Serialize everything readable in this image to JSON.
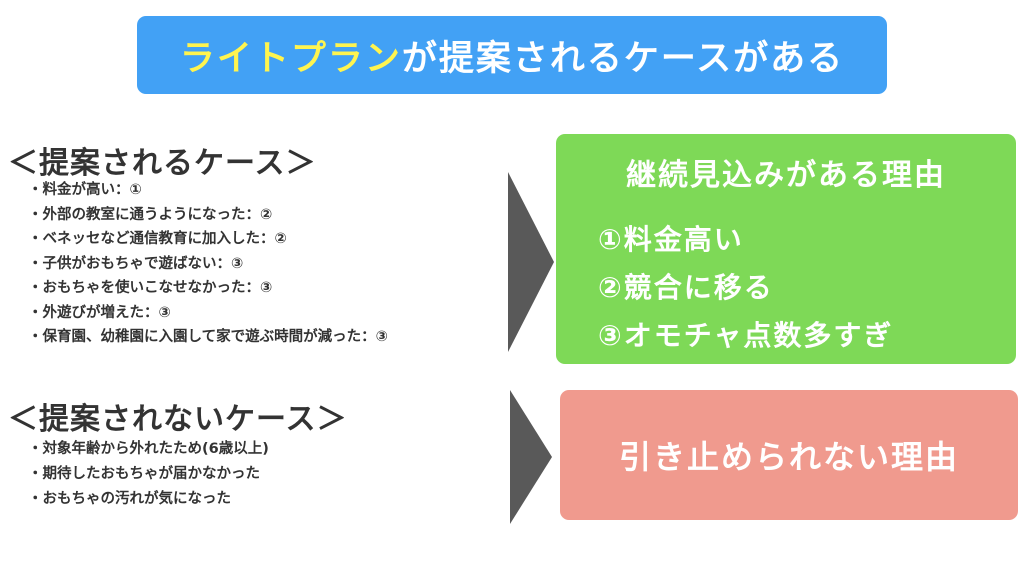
{
  "title": {
    "highlight": "ライトプラン",
    "rest": "が提案されるケースがある"
  },
  "proposed": {
    "heading": "＜提案されるケース＞",
    "items": [
      "・料金が高い：①",
      "・外部の教室に通うようになった：②",
      "・ベネッセなど通信教育に加入した：②",
      "・子供がおもちゃで遊ばない：③",
      "・おもちゃを使いこなせなかった：③",
      "・外遊びが増えた：③",
      "・保育園、幼稚園に入園して家で遊ぶ時間が減った：③"
    ]
  },
  "not_proposed": {
    "heading": "＜提案されないケース＞",
    "items": [
      "・対象年齢から外れたため(6歳以上)",
      "・期待したおもちゃが届かなかった",
      "・おもちゃの汚れが気になった"
    ]
  },
  "continue_box": {
    "title": "継続見込みがある理由",
    "reasons": [
      "①料金高い",
      "②競合に移る",
      "③オモチャ点数多すぎ"
    ]
  },
  "stop_box": {
    "title": "引き止められない理由"
  },
  "colors": {
    "banner": "#42a1f5",
    "highlight": "#fff44f",
    "green": "#7ed957",
    "red": "#f09a8e",
    "arrow": "#595959",
    "text": "#333333"
  }
}
